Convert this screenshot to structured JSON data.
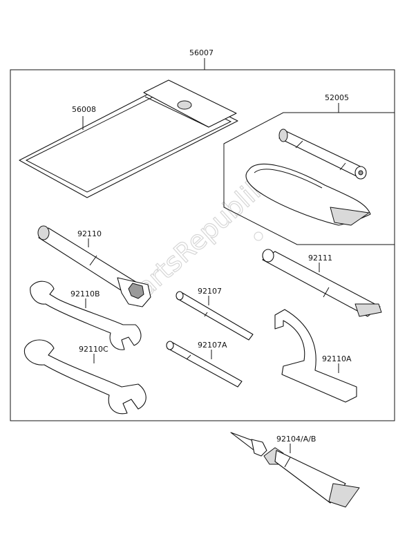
{
  "watermark": "PartsRepublik",
  "parts": {
    "kit": "56007",
    "pouch": "56008",
    "pump_kit": "52005",
    "box_wrench": "92110",
    "handle": "92111",
    "wrench_b": "92110B",
    "screwdriver": "92107",
    "wrench_c": "92110C",
    "screwdriver_a": "92107A",
    "hook_spanner": "92110A",
    "grease": "92104/A/B"
  }
}
